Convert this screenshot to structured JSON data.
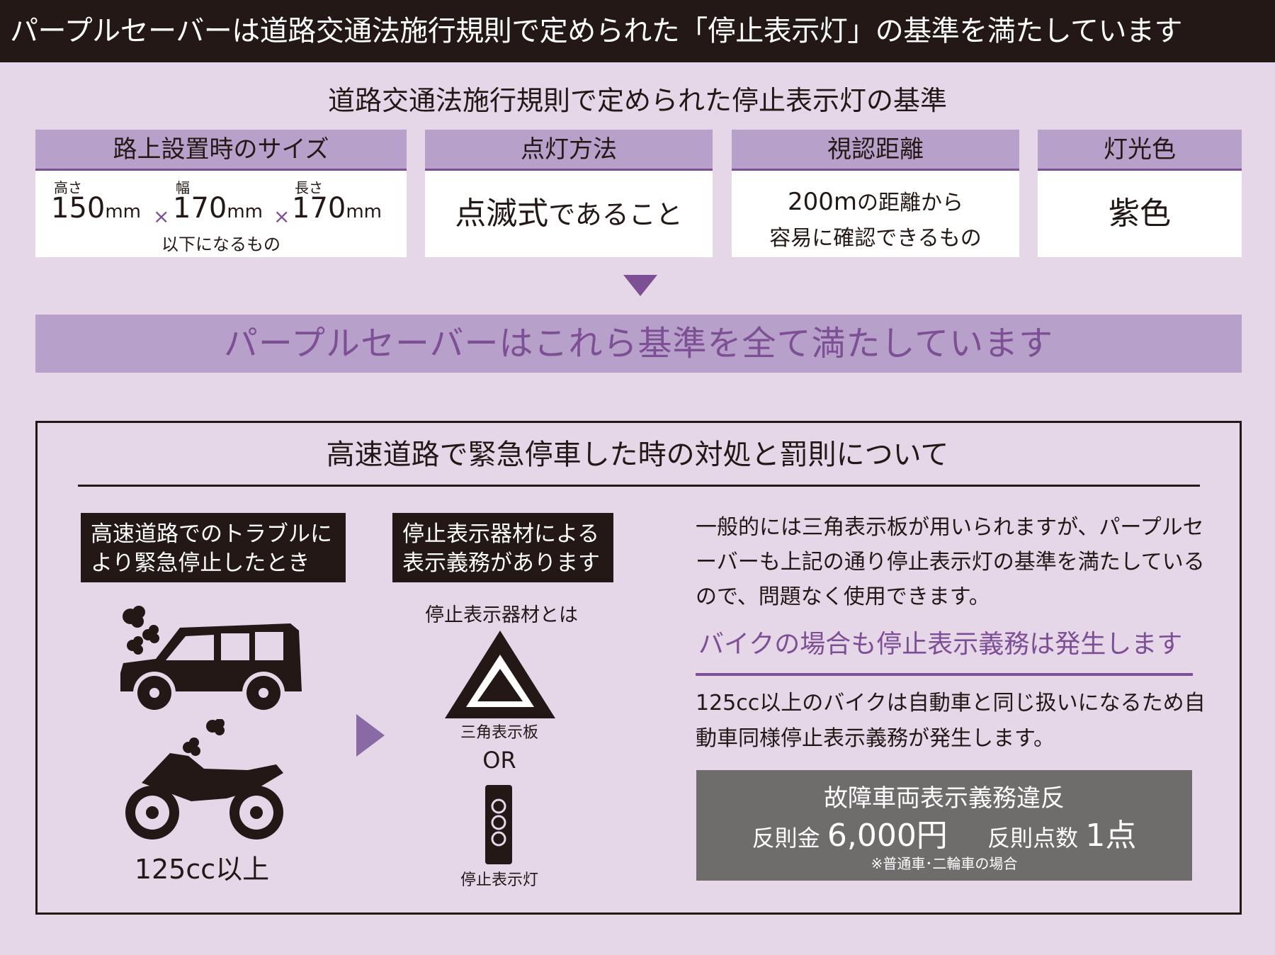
{
  "banner": {
    "text": "パープルセーバーは道路交通法施行規則で定められた「停止表示灯」の基準を満たしています"
  },
  "standards": {
    "title": "道路交通法施行規則で定められた停止表示灯の基準",
    "size": {
      "head": "路上設置時のサイズ",
      "height_label": "高さ",
      "height_value": "150",
      "height_unit": "mm",
      "width_label": "幅",
      "width_value": "170",
      "width_unit": "mm",
      "length_label": "長さ",
      "length_value": "170",
      "length_unit": "mm",
      "times": "×",
      "note": "以下になるもの"
    },
    "lighting": {
      "head": "点灯方法",
      "value_main": "点滅式",
      "value_suffix": "であること"
    },
    "distance": {
      "head": "視認距離",
      "value_num": "200m",
      "value_suffix": "の距離から",
      "line2": "容易に確認できるもの"
    },
    "color": {
      "head": "灯光色",
      "value": "紫色"
    }
  },
  "satisfy_banner": "パープルセーバーはこれら基準を全て満たしています",
  "highway": {
    "title": "高速道路で緊急停車した時の対処と罰則について",
    "trouble_box": {
      "line1": "高速道路でのトラブルに",
      "line2": "より緊急停止したとき"
    },
    "duty_box": {
      "line1": "停止表示器材による",
      "line2": "表示義務があります"
    },
    "cc_label": "125cc以上",
    "equipment_label": "停止表示器材とは",
    "triangle_label": "三角表示板",
    "or_label": "OR",
    "lamp_label": "停止表示灯",
    "general_text": "一般的には三角表示板が用いられますが、パープルセーバーも上記の通り停止表示灯の基準を満たしているので、問題なく使用できます。",
    "bike_heading": "バイクの場合も停止表示義務は発生します",
    "bike_text": "125cc以上のバイクは自動車と同じ扱いになるため自動車同様停止表示義務が発生します。",
    "penalty": {
      "title": "故障車両表示義務違反",
      "fine_label": "反則金",
      "fine_value": "6,000円",
      "points_label": "反則点数",
      "points_value": "1点",
      "note": "※普通車･二輪車の場合"
    }
  },
  "colors": {
    "dark": "#231815",
    "purple": "#7d4f94",
    "lavender": "#b7a0c9",
    "background": "#e5d6e8",
    "penalty_gray": "#6f6c6c"
  }
}
